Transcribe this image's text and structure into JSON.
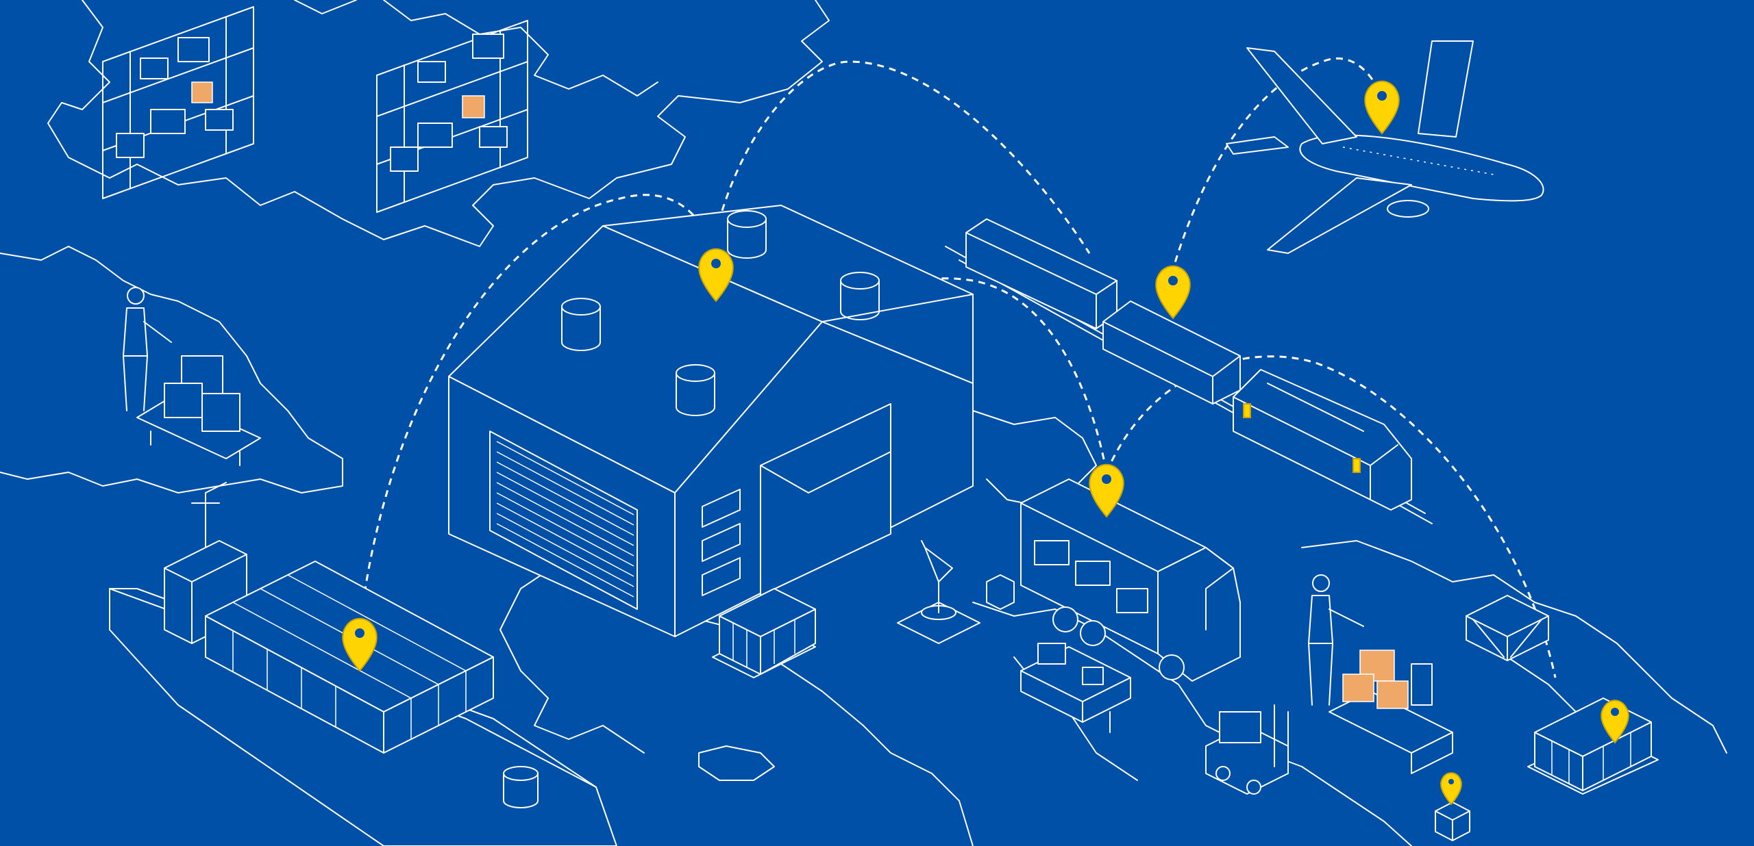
{
  "scene": {
    "background_color": "#0050a8",
    "line_color": "#ffffff",
    "pin_color": "#ffd400",
    "cargo_color": "#f0a868",
    "icons": [
      "world-map",
      "warehouse-building",
      "cargo-ship",
      "airplane",
      "freight-train",
      "delivery-truck",
      "forklift",
      "robotic-arm",
      "conveyor-belt",
      "storage-shelf",
      "hand-truck-worker",
      "pallet-of-boxes",
      "location-pin"
    ]
  }
}
